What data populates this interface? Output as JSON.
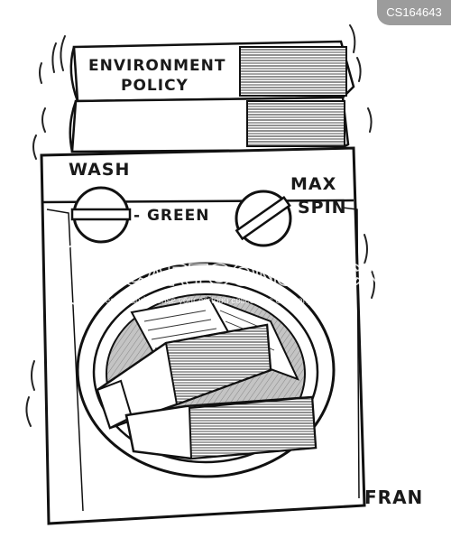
{
  "catalog_id": "CS164643",
  "book_spine": {
    "line1": "ENVIRONMENT",
    "line2": "POLICY"
  },
  "controls": {
    "wash_label": "WASH",
    "green_label": "- GREEN",
    "max_label": "MAX",
    "spin_label": "SPIN"
  },
  "watermark": {
    "brand": "CARTOONSTOCK",
    "sub": "Search and license your cartoon collections company"
  },
  "signature": "FRAN"
}
